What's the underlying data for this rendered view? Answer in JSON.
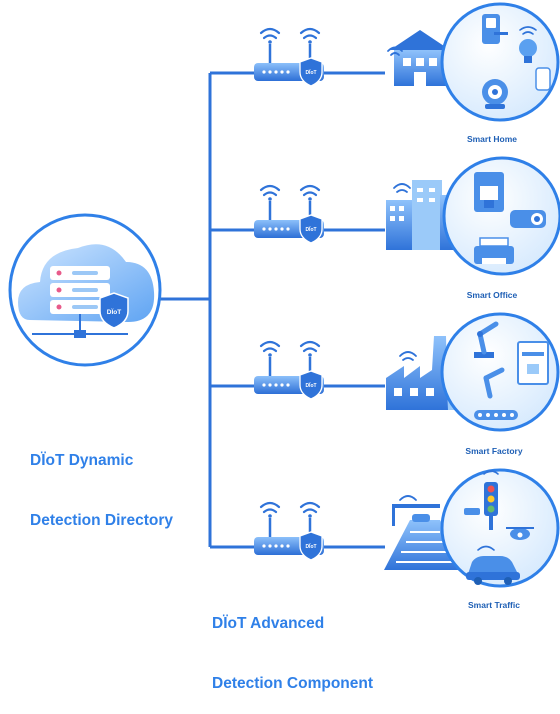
{
  "directory": {
    "label_line1": "DÏoT Dynamic",
    "label_line2": "Detection Directory",
    "shield_text": "DÏoT"
  },
  "component": {
    "label_line1": "DÏoT Advanced",
    "label_line2": "Detection Component",
    "shield_text": "DÏoT"
  },
  "environments": [
    {
      "name": "Smart Home",
      "icon": "smart-home"
    },
    {
      "name": "Smart Office",
      "icon": "smart-office"
    },
    {
      "name": "Smart Factory",
      "icon": "smart-factory"
    },
    {
      "name": "Smart Traffic",
      "icon": "smart-traffic"
    }
  ],
  "colors": {
    "line": "#2f73d9",
    "accent": "#2f80e8",
    "circle_fill": "#ddeefe",
    "circle_stroke": "#2f80e8"
  }
}
